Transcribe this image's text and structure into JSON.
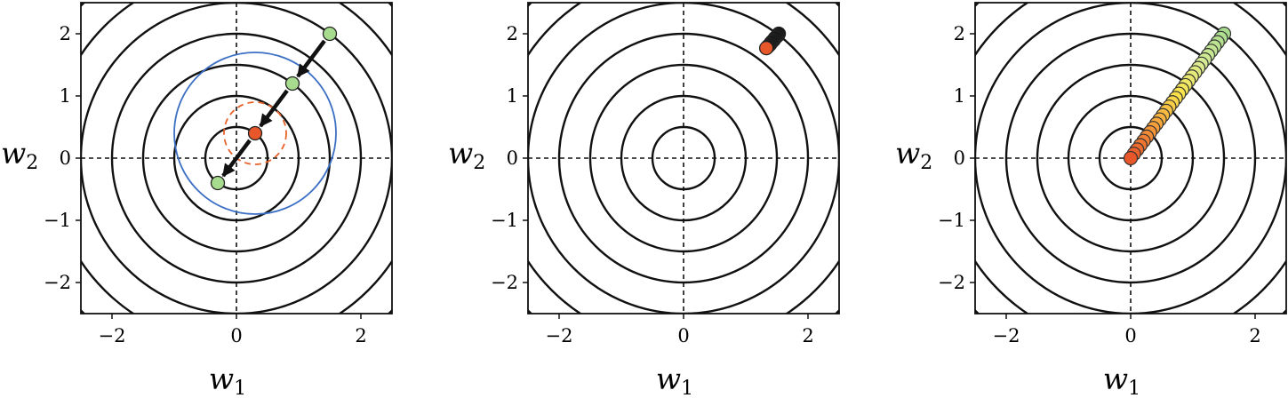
{
  "chart_data": [
    {
      "type": "contour",
      "xlabel": "w",
      "xlabel_sub": "1",
      "ylabel": "w",
      "ylabel_sub": "2",
      "xlim": [
        -2.5,
        2.5
      ],
      "ylim": [
        -2.5,
        2.5
      ],
      "xticks": [
        "−2",
        "0",
        "2"
      ],
      "xtick_values": [
        -2,
        0,
        2
      ],
      "yticks": [
        "−2",
        "−1",
        "0",
        "1",
        "2"
      ],
      "ytick_values": [
        -2,
        -1,
        0,
        1,
        2
      ],
      "contour_levels_radius": [
        0.5,
        1.0,
        1.5,
        2.0,
        2.5,
        3.0,
        3.5
      ],
      "contour_color": "#111111",
      "reference_lines": {
        "x": 0,
        "y": 0,
        "style": "dashed"
      },
      "circles": [
        {
          "center": [
            0.3,
            0.4
          ],
          "radius": 1.3,
          "color": "#3b6fc4",
          "style": "solid"
        },
        {
          "center": [
            0.3,
            0.4
          ],
          "radius": 0.5,
          "color": "#e8622a",
          "style": "dashed"
        }
      ],
      "arrows": [
        {
          "from": [
            1.5,
            2.0
          ],
          "to": [
            0.9,
            1.2
          ]
        },
        {
          "from": [
            0.9,
            1.2
          ],
          "to": [
            0.3,
            0.4
          ]
        },
        {
          "from": [
            0.3,
            0.4
          ],
          "to": [
            -0.3,
            -0.4
          ]
        }
      ],
      "points": [
        {
          "x": 1.5,
          "y": 2.0,
          "color": "#a7dc8e"
        },
        {
          "x": 0.9,
          "y": 1.2,
          "color": "#a7dc8e"
        },
        {
          "x": -0.3,
          "y": -0.4,
          "color": "#a7dc8e"
        },
        {
          "x": 0.3,
          "y": 0.4,
          "color": "#e8572a"
        }
      ]
    },
    {
      "type": "contour",
      "xlabel": "w",
      "xlabel_sub": "1",
      "ylabel": "w",
      "ylabel_sub": "2",
      "xlim": [
        -2.5,
        2.5
      ],
      "ylim": [
        -2.5,
        2.5
      ],
      "xticks": [
        "−2",
        "0",
        "2"
      ],
      "xtick_values": [
        -2,
        0,
        2
      ],
      "yticks": [
        "−2",
        "−1",
        "0",
        "1",
        "2"
      ],
      "ytick_values": [
        -2,
        -1,
        0,
        1,
        2
      ],
      "contour_levels_radius": [
        0.5,
        1.0,
        1.5,
        2.0,
        2.5,
        3.0,
        3.5
      ],
      "contour_color": "#111111",
      "reference_lines": {
        "x": 0,
        "y": 0,
        "style": "dashed"
      },
      "points": [
        {
          "x": 1.53,
          "y": 2.0,
          "color": "#111111"
        },
        {
          "x": 1.51,
          "y": 1.97,
          "color": "#111111"
        },
        {
          "x": 1.49,
          "y": 1.95,
          "color": "#111111"
        },
        {
          "x": 1.47,
          "y": 1.93,
          "color": "#111111"
        },
        {
          "x": 1.45,
          "y": 1.9,
          "color": "#111111"
        },
        {
          "x": 1.43,
          "y": 1.88,
          "color": "#111111"
        },
        {
          "x": 1.41,
          "y": 1.86,
          "color": "#111111"
        },
        {
          "x": 1.39,
          "y": 1.83,
          "color": "#111111"
        },
        {
          "x": 1.37,
          "y": 1.81,
          "color": "#111111"
        },
        {
          "x": 1.35,
          "y": 1.79,
          "color": "#111111"
        },
        {
          "x": 1.33,
          "y": 1.77,
          "color": "#e8572a"
        }
      ]
    },
    {
      "type": "contour",
      "xlabel": "w",
      "xlabel_sub": "1",
      "ylabel": "w",
      "ylabel_sub": "2",
      "xlim": [
        -2.5,
        2.5
      ],
      "ylim": [
        -2.5,
        2.5
      ],
      "xticks": [
        "−2",
        "0",
        "2"
      ],
      "xtick_values": [
        -2,
        0,
        2
      ],
      "yticks": [
        "−2",
        "−1",
        "0",
        "1",
        "2"
      ],
      "ytick_values": [
        -2,
        -1,
        0,
        1,
        2
      ],
      "contour_levels_radius": [
        0.5,
        1.0,
        1.5,
        2.0,
        2.5,
        3.0,
        3.5
      ],
      "contour_color": "#111111",
      "reference_lines": {
        "x": 0,
        "y": 0,
        "style": "dashed"
      },
      "trajectory": {
        "start": [
          1.5,
          2.0
        ],
        "end": [
          0.0,
          0.0
        ],
        "steps": 30,
        "color_stops": [
          "#a7dc8e",
          "#d7ec95",
          "#fbe44b",
          "#f6a23b",
          "#e8572a"
        ]
      }
    }
  ]
}
